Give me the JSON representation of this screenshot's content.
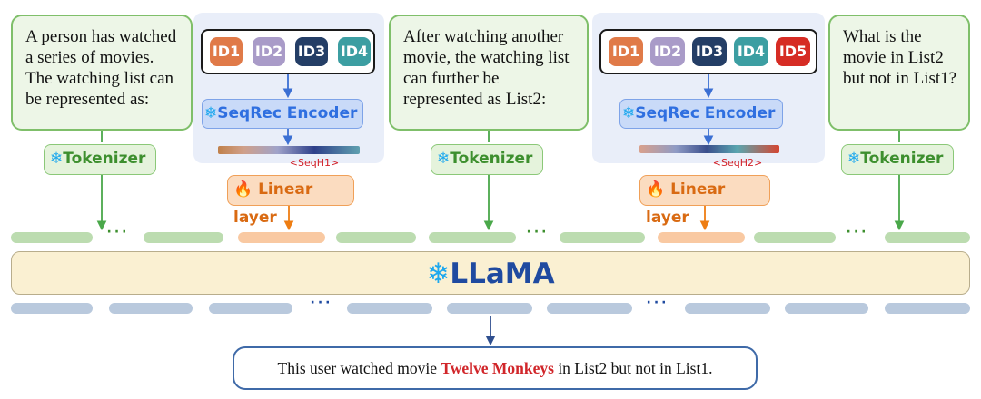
{
  "text_boxes": [
    {
      "text": "A person has watched a series of movies. The watching list can be represented as:"
    },
    {
      "text": "After watching another movie, the watching list can further be represented as List2:"
    },
    {
      "text": "What is the movie in List2 but not in List1?"
    }
  ],
  "list1": {
    "ids": [
      "ID1",
      "ID2",
      "ID3",
      "ID4"
    ],
    "encoder": "SeqRec Encoder",
    "seq_token": "<SeqH1>",
    "linear": "Linear layer"
  },
  "list2": {
    "ids": [
      "ID1",
      "ID2",
      "ID3",
      "ID4",
      "ID5"
    ],
    "encoder": "SeqRec Encoder",
    "seq_token": "<SeqH2>",
    "linear": "Linear layer"
  },
  "tokenizer_label": "Tokenizer",
  "ellipsis": "···",
  "llm_label": "LLaMA",
  "output": {
    "prefix": "This user watched movie ",
    "highlight": "Twelve Monkeys",
    "suffix": " in List2 but not in List1."
  },
  "colors": {
    "id1": "#e07a48",
    "id2": "#a99bc8",
    "id3": "#243e66",
    "id4": "#3c9ea2",
    "id5": "#d62c24",
    "text_box_border": "#7fbf6a",
    "encoder": "#2f6fe0",
    "tokenizer": "#3d8f2e",
    "linear": "#d96a12",
    "llm_text": "#1f4aa0",
    "highlight": "#d1262a",
    "arrow_blue": "#3b6fd3",
    "arrow_green": "#4aa84a",
    "arrow_orange": "#ee7d12"
  },
  "icons": {
    "frozen": "snowflake-icon",
    "trainable": "flame-icon"
  }
}
